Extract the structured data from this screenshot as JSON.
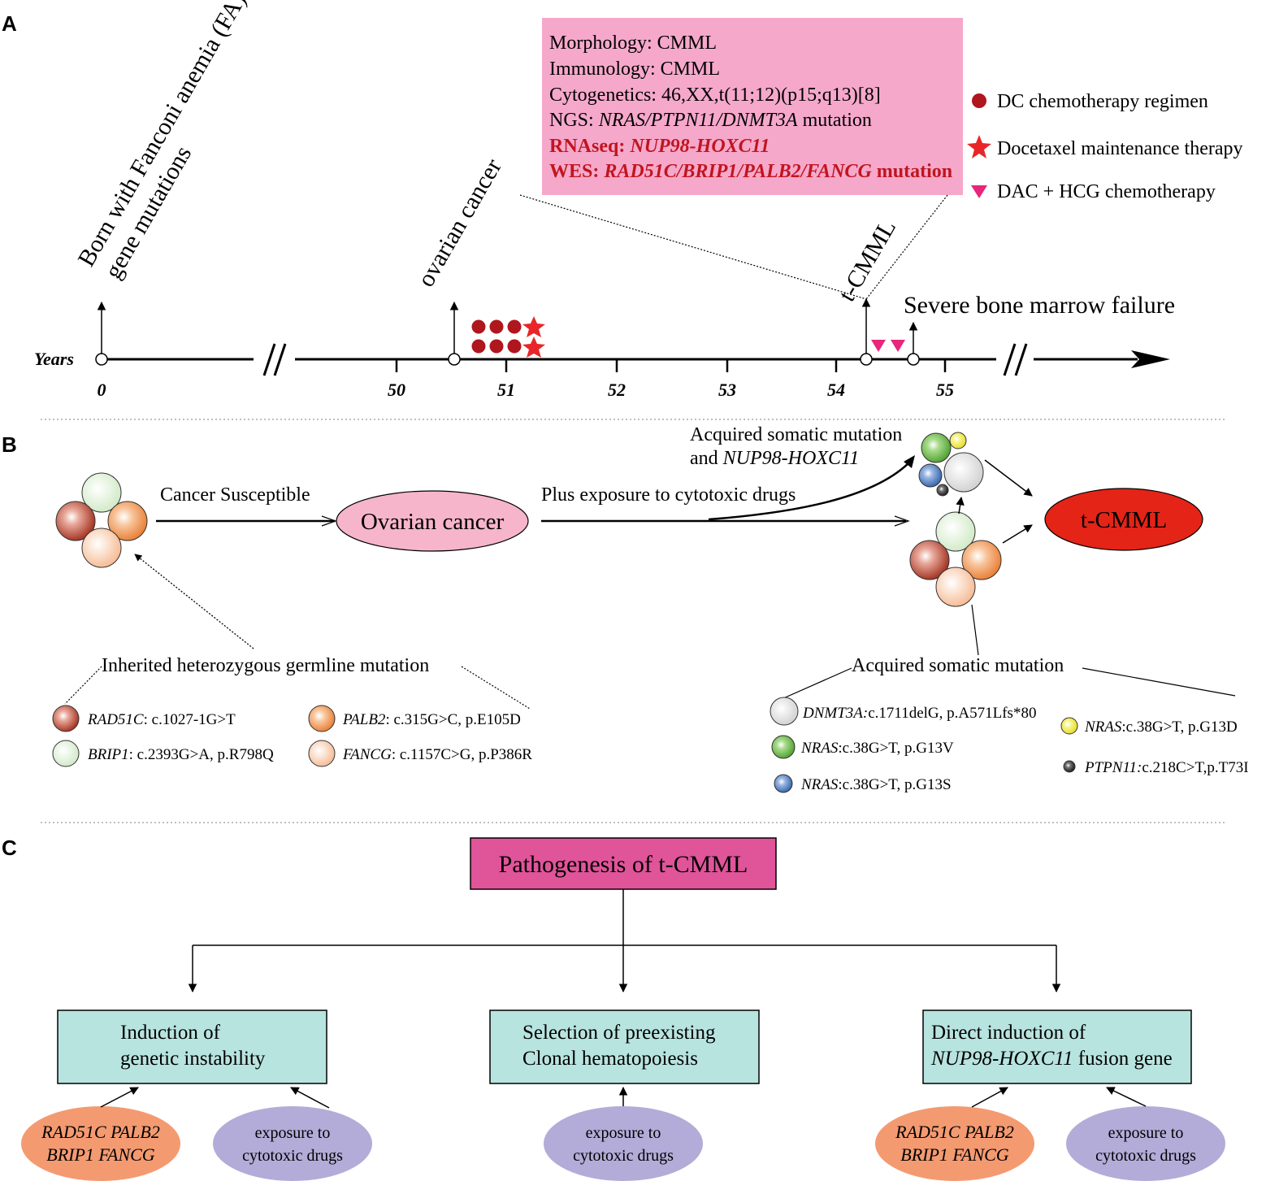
{
  "panels": {
    "a": "A",
    "b": "B",
    "c": "C"
  },
  "timeline": {
    "axis_label": "Years",
    "ticks": [
      "0",
      "50",
      "51",
      "52",
      "53",
      "54",
      "55"
    ],
    "events": {
      "born_line1": "Born with Fanconi anemia (FA)",
      "born_line2": "gene mutations",
      "ovarian": "ovarian cancer",
      "tcmml": "t-CMML",
      "failure": "Severe bone marrow failure"
    },
    "diagnosis_box": {
      "morphology": "Morphology: CMML",
      "immunology": "Immunology: CMML",
      "cytogenetics": "Cytogenetics: 46,XX,t(11;12)(p15;q13)[8]",
      "ngs_prefix": "NGS: ",
      "ngs_genes": "NRAS/PTPN11/DNMT3A",
      "ngs_suffix": " mutation",
      "rnaseq_prefix": "RNAseq: ",
      "rnaseq_gene": "NUP98-HOXC11",
      "wes_prefix": "WES: ",
      "wes_genes": "RAD51C/BRIP1/PALB2/FANCG",
      "wes_suffix": " mutation"
    },
    "legend": {
      "dc": "DC chemotherapy regimen",
      "docetaxel": "Docetaxel maintenance therapy",
      "dac": "DAC + HCG chemotherapy"
    }
  },
  "panel_b": {
    "cancer_susceptible": "Cancer Susceptible",
    "ovarian_cancer": "Ovarian cancer",
    "plus_exposure": "Plus exposure to cytotoxic drugs",
    "acquired_line1": "Acquired somatic mutation",
    "acquired_line2_prefix": "and ",
    "acquired_line2_gene": "NUP98-HOXC11",
    "tcmml": "t-CMML",
    "inherited": "Inherited heterozygous germline  mutation",
    "acquired_somatic": "Acquired somatic mutation",
    "germline": [
      {
        "gene": "RAD51C",
        "detail": ": c.1027-1G>T"
      },
      {
        "gene": "BRIP1",
        "detail": ": c.2393G>A, p.R798Q"
      },
      {
        "gene": "PALB2",
        "detail": ": c.315G>C, p.E105D"
      },
      {
        "gene": "FANCG",
        "detail": ": c.1157C>G, p.P386R"
      }
    ],
    "somatic": [
      {
        "gene": "DNMT3A:",
        "detail": "c.1711delG, p.A571Lfs*80"
      },
      {
        "gene": "NRAS",
        "detail": ":c.38G>T, p.G13V"
      },
      {
        "gene": "NRAS",
        "detail": ":c.38G>T, p.G13S"
      },
      {
        "gene": "NRAS",
        "detail": ":c.38G>T, p.G13D"
      },
      {
        "gene": "PTPN11:",
        "detail": "c.218C>T,p.T73I"
      }
    ]
  },
  "panel_c": {
    "title": "Pathogenesis of t-CMML",
    "box1_line1": "Induction of",
    "box1_line2": "genetic instability",
    "box2_line1": "Selection of preexisting",
    "box2_line2": "Clonal hematopoiesis",
    "box3_line1": "Direct induction of",
    "box3_line2_gene": "NUP98-HOXC11",
    "box3_line2_suffix": " fusion gene",
    "genes_line1": "RAD51C  PALB2",
    "genes_line2": "BRIP1  FANCG",
    "exposure_line1": "exposure to",
    "exposure_line2": "cytotoxic drugs"
  },
  "colors": {
    "diagnosis_box": "#f6a8cb",
    "highlight_red": "#c0151f",
    "dc_dot": "#b0161d",
    "star": "#e8262a",
    "dac_triangle": "#e8267a",
    "ovarian_ellipse": "#f6b5cb",
    "tcmml_ellipse": "#e32417",
    "pathogenesis_box": "#e0549a",
    "teal_box": "#b8e4e0",
    "genes_ellipse": "#f49a71",
    "exposure_ellipse": "#b3acd8"
  }
}
